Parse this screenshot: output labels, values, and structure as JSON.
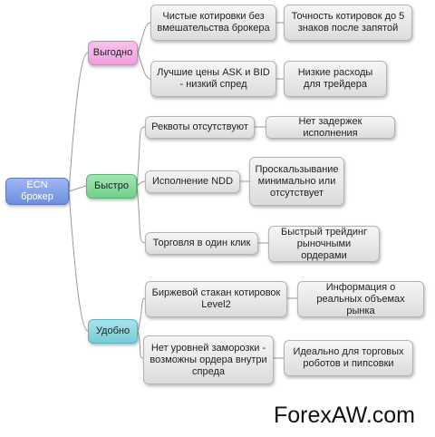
{
  "root": {
    "label": "ECN брокер",
    "color": "#7a98e6"
  },
  "categories": [
    {
      "label": "Выгодно",
      "color": "#f2a9e0",
      "items": [
        {
          "feature": "Чистые котировки без вмешательства брокера",
          "benefit": "Точность котировок до 5 знаков после запятой"
        },
        {
          "feature": "Лучшие цены ASK и BID - низкий спред",
          "benefit": "Низкие расходы для трейдера"
        }
      ]
    },
    {
      "label": "Быстро",
      "color": "#7fd696",
      "items": [
        {
          "feature": "Реквоты отсутствуют",
          "benefit": "Нет задержек исполнения"
        },
        {
          "feature": "Исполнение NDD",
          "benefit": "Проскальзывание минимально или отсутствует"
        },
        {
          "feature": "Торговля в один клик",
          "benefit": "Быстрый трейдинг рыночными ордерами"
        }
      ]
    },
    {
      "label": "Удобно",
      "color": "#86d0da",
      "items": [
        {
          "feature": "Биржевой стакан котировок Level2",
          "benefit": "Информация о реальных объемах рынка"
        },
        {
          "feature": "Нет уровней заморозки - возможны ордера внутри спреда",
          "benefit": "Идеально для торговых роботов и пипсовки"
        }
      ]
    }
  ],
  "watermark": "ForexAW.com",
  "connector_color": "#9a9a9a"
}
